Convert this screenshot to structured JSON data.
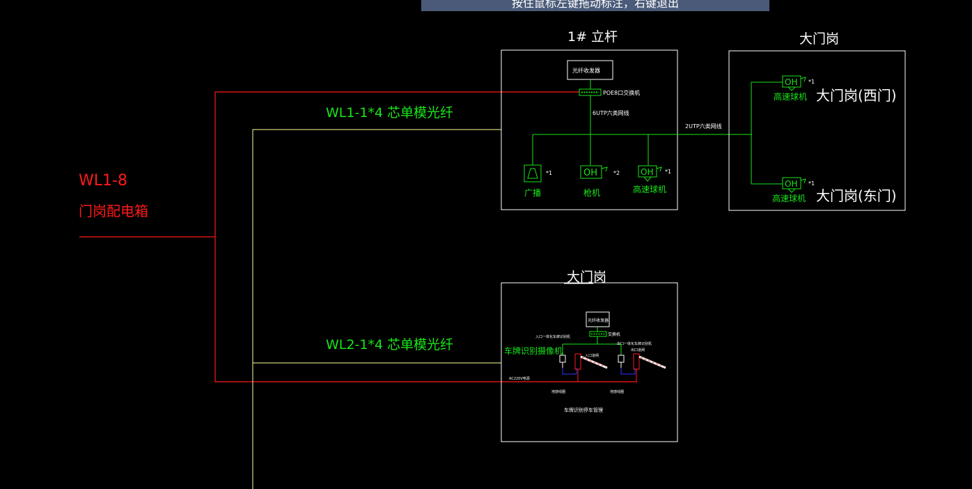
{
  "tip": {
    "text": "按住鼠标左键拖动标注，右键退出"
  },
  "colors": {
    "background": "#000000",
    "red": "#ff1a1a",
    "green": "#19e619",
    "white": "#ffffff",
    "yellow": "#ffff99",
    "blue": "#3333ff"
  },
  "left_panel": {
    "circuit": "WL1-8",
    "box_name": "门岗配电箱"
  },
  "cables": {
    "wl1": "WL1-1*4 芯单模光纤",
    "wl2": "WL2-1*4 芯单模光纤"
  },
  "pole": {
    "title": "1# 立杆",
    "cabinet": "光纤收发器",
    "poe_switch": "POE8口交换机",
    "utp_vertical": "6UTP六类网线",
    "utp_horizontal": "2UTP六类网线",
    "devices": [
      {
        "icon": "speaker-icon",
        "symbol": "",
        "label": "广播",
        "count": "*1"
      },
      {
        "icon": "bullet-camera-icon",
        "symbol": "OH",
        "label": "枪机",
        "count": "*2"
      },
      {
        "icon": "dome-camera-icon",
        "symbol": "OH",
        "label": "高速球机",
        "count": "*1"
      }
    ]
  },
  "gatehouse": {
    "title": "大门岗",
    "cameras": [
      {
        "symbol": "OH",
        "label": "高速球机",
        "count": "*1",
        "location": "大门岗(西门)"
      },
      {
        "symbol": "OH",
        "label": "高速球机",
        "count": "*1",
        "location": "大门岗(东门)"
      }
    ]
  },
  "gate": {
    "title": "大门岗",
    "cabinet": "光纤收发器",
    "switch": "交换机",
    "plate_camera": "车牌识别摄像机",
    "left_note": "入口一体化车牌识别机",
    "right_note": "出口一体化车牌识别机",
    "barrier_left": "入口道闸",
    "barrier_right": "出口道闸",
    "ac_label": "AC220V电源",
    "ground_left": "地感线圈",
    "ground_right": "地感线圈",
    "system": "车牌识别停车管理"
  }
}
